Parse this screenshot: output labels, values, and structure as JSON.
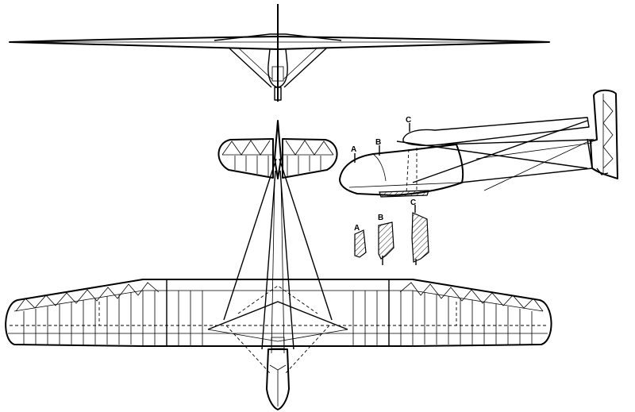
{
  "side_view_labels": {
    "a": "A",
    "b": "B",
    "c": "C"
  },
  "section_labels": {
    "a": "A",
    "b": "B",
    "c": "C"
  }
}
